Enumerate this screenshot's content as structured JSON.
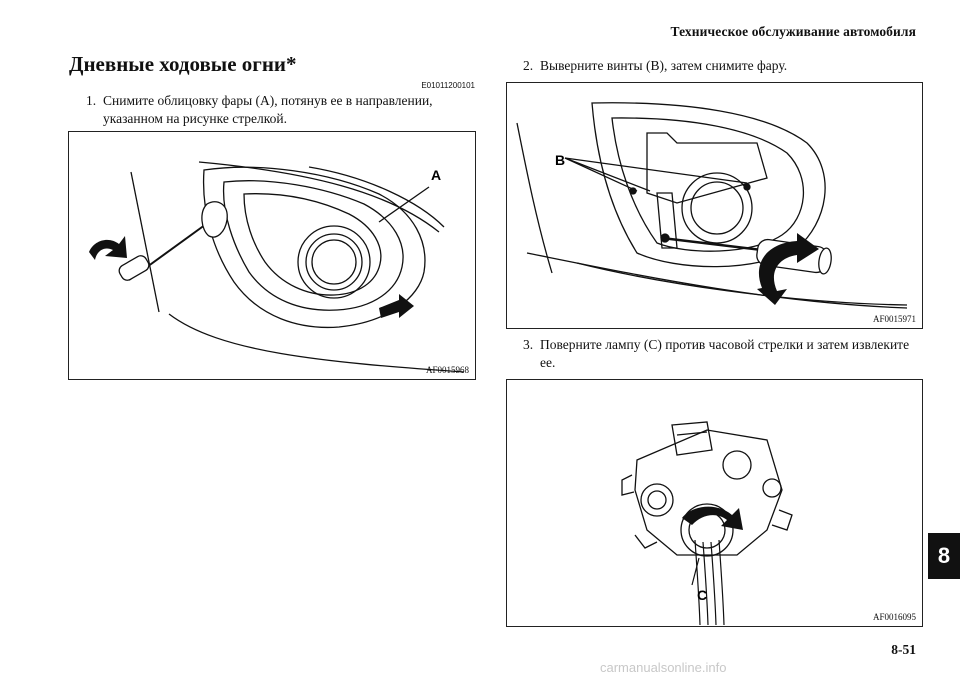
{
  "header": {
    "section_title": "Техническое обслуживание автомобиля"
  },
  "article": {
    "title": "Дневные ходовые огни*",
    "code": "E01011200101"
  },
  "steps": [
    {
      "num": "1.",
      "line1": "Снимите облицовку фары (A), потянув ее в направлении,",
      "line2": "указанном на рисунке стрелкой."
    },
    {
      "num": "2.",
      "line1": "Выверните винты (B), затем снимите фару.",
      "line2": ""
    },
    {
      "num": "3.",
      "line1": "Поверните лампу (C) против часовой стрелки и затем извлеките",
      "line2": "ее."
    }
  ],
  "figures": [
    {
      "code": "AF0015968",
      "label": "A"
    },
    {
      "code": "AF0015971",
      "label": "B"
    },
    {
      "code": "AF0016095",
      "label": "C"
    }
  ],
  "chapter_tab": "8",
  "page_number": "8-51",
  "watermark": "carmanualsonline.info"
}
